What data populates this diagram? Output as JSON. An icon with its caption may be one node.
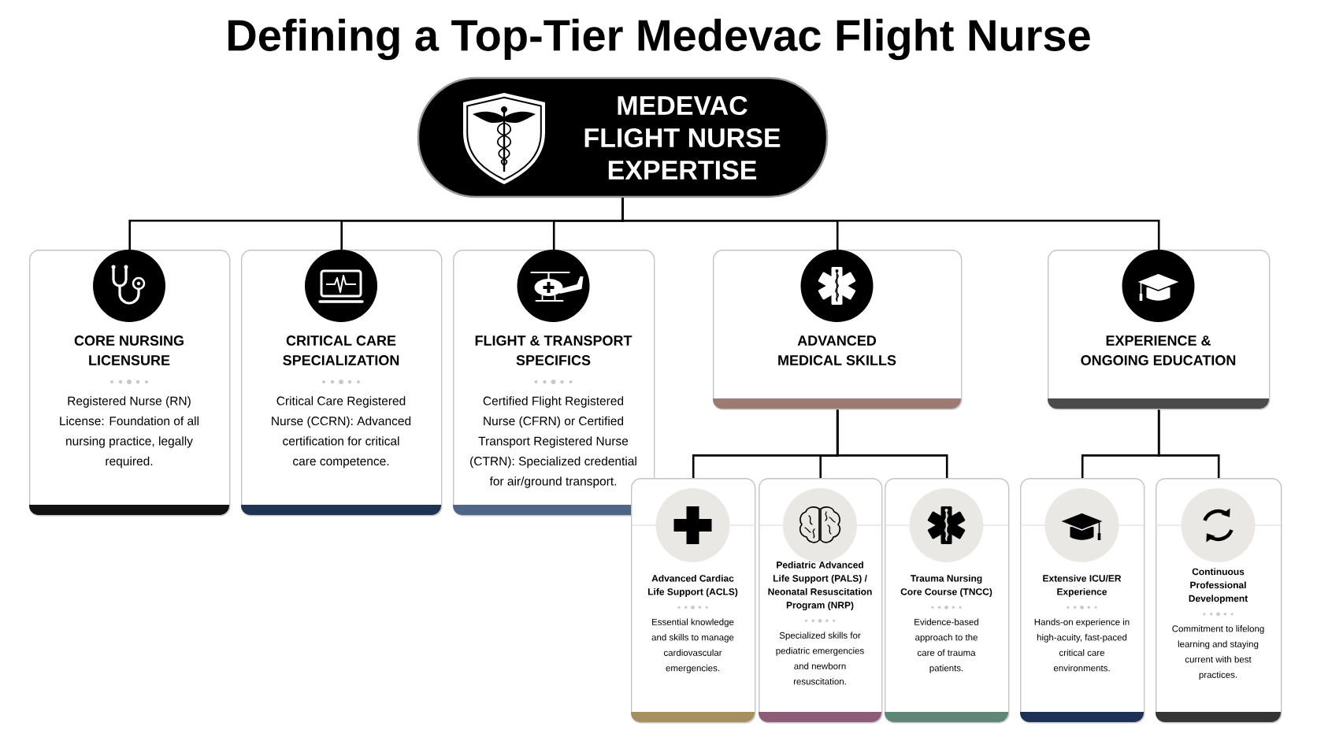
{
  "diagram": {
    "title": "Defining a Top-Tier Medevac Flight Nurse",
    "nodes": [
      {
        "text": [
          "MEDEVAC FLIGHT NURSE EXPERTISE"
        ]
      },
      {
        "text": [
          "CORE NURSING LICENSURE",
          "Registered Nurse (RN) License: Foundation of all nursing practice, legally required."
        ]
      },
      {
        "text": [
          "CRITICAL CARE SPECIALIZATION",
          "Critical Care Registered Nurse (CCRN): Advanced certification for critical care competence."
        ]
      },
      {
        "text": [
          "FLIGHT & TRANSPORT SPECIFICS",
          "Certified Flight Registered Nurse (CFRN) or Certified Transport Registered Nurse (CTRN): Specialized credential for air/ground transport."
        ]
      },
      {
        "text": [
          "ADVANCED MEDICAL SKILLS"
        ]
      },
      {
        "text": [
          "EXPERIENCE & ONGOING EDUCATION"
        ]
      },
      {
        "text": [
          "Advanced Cardiac Life Support (ACLS)",
          "Essential knowledge and skills to manage cardiovascular emergencies."
        ]
      },
      {
        "text": [
          "Pediatric Advanced Life Support (PALS) / Neonatal Resuscitation Program (NRP)",
          "Specialized skills for pediatric emergencies and newborn resuscitation."
        ]
      },
      {
        "text": [
          "Trauma Nursing Core Course (TNCC)",
          "Evidence-based approach to the care of trauma patients."
        ]
      },
      {
        "text": [
          "Extensive ICU/ER Experience",
          "Hands-on experience in high-acuity, fast-paced critical care environments."
        ]
      },
      {
        "text": [
          "Continuous Professional Development",
          "Commitment to lifelong learning and staying current with best practices."
        ]
      }
    ],
    "edges": [
      {
        "from": 0,
        "to": 1,
        "arrow": "none"
      },
      {
        "from": 0,
        "to": 2,
        "arrow": "none"
      },
      {
        "from": 0,
        "to": 3,
        "arrow": "none"
      },
      {
        "from": 0,
        "to": 4,
        "arrow": "none"
      },
      {
        "from": 0,
        "to": 5,
        "arrow": "none"
      },
      {
        "from": 4,
        "to": 6,
        "arrow": "none"
      },
      {
        "from": 4,
        "to": 7,
        "arrow": "none"
      },
      {
        "from": 4,
        "to": 8,
        "arrow": "none"
      },
      {
        "from": 5,
        "to": 9,
        "arrow": "none"
      },
      {
        "from": 5,
        "to": 10,
        "arrow": "none"
      }
    ]
  }
}
